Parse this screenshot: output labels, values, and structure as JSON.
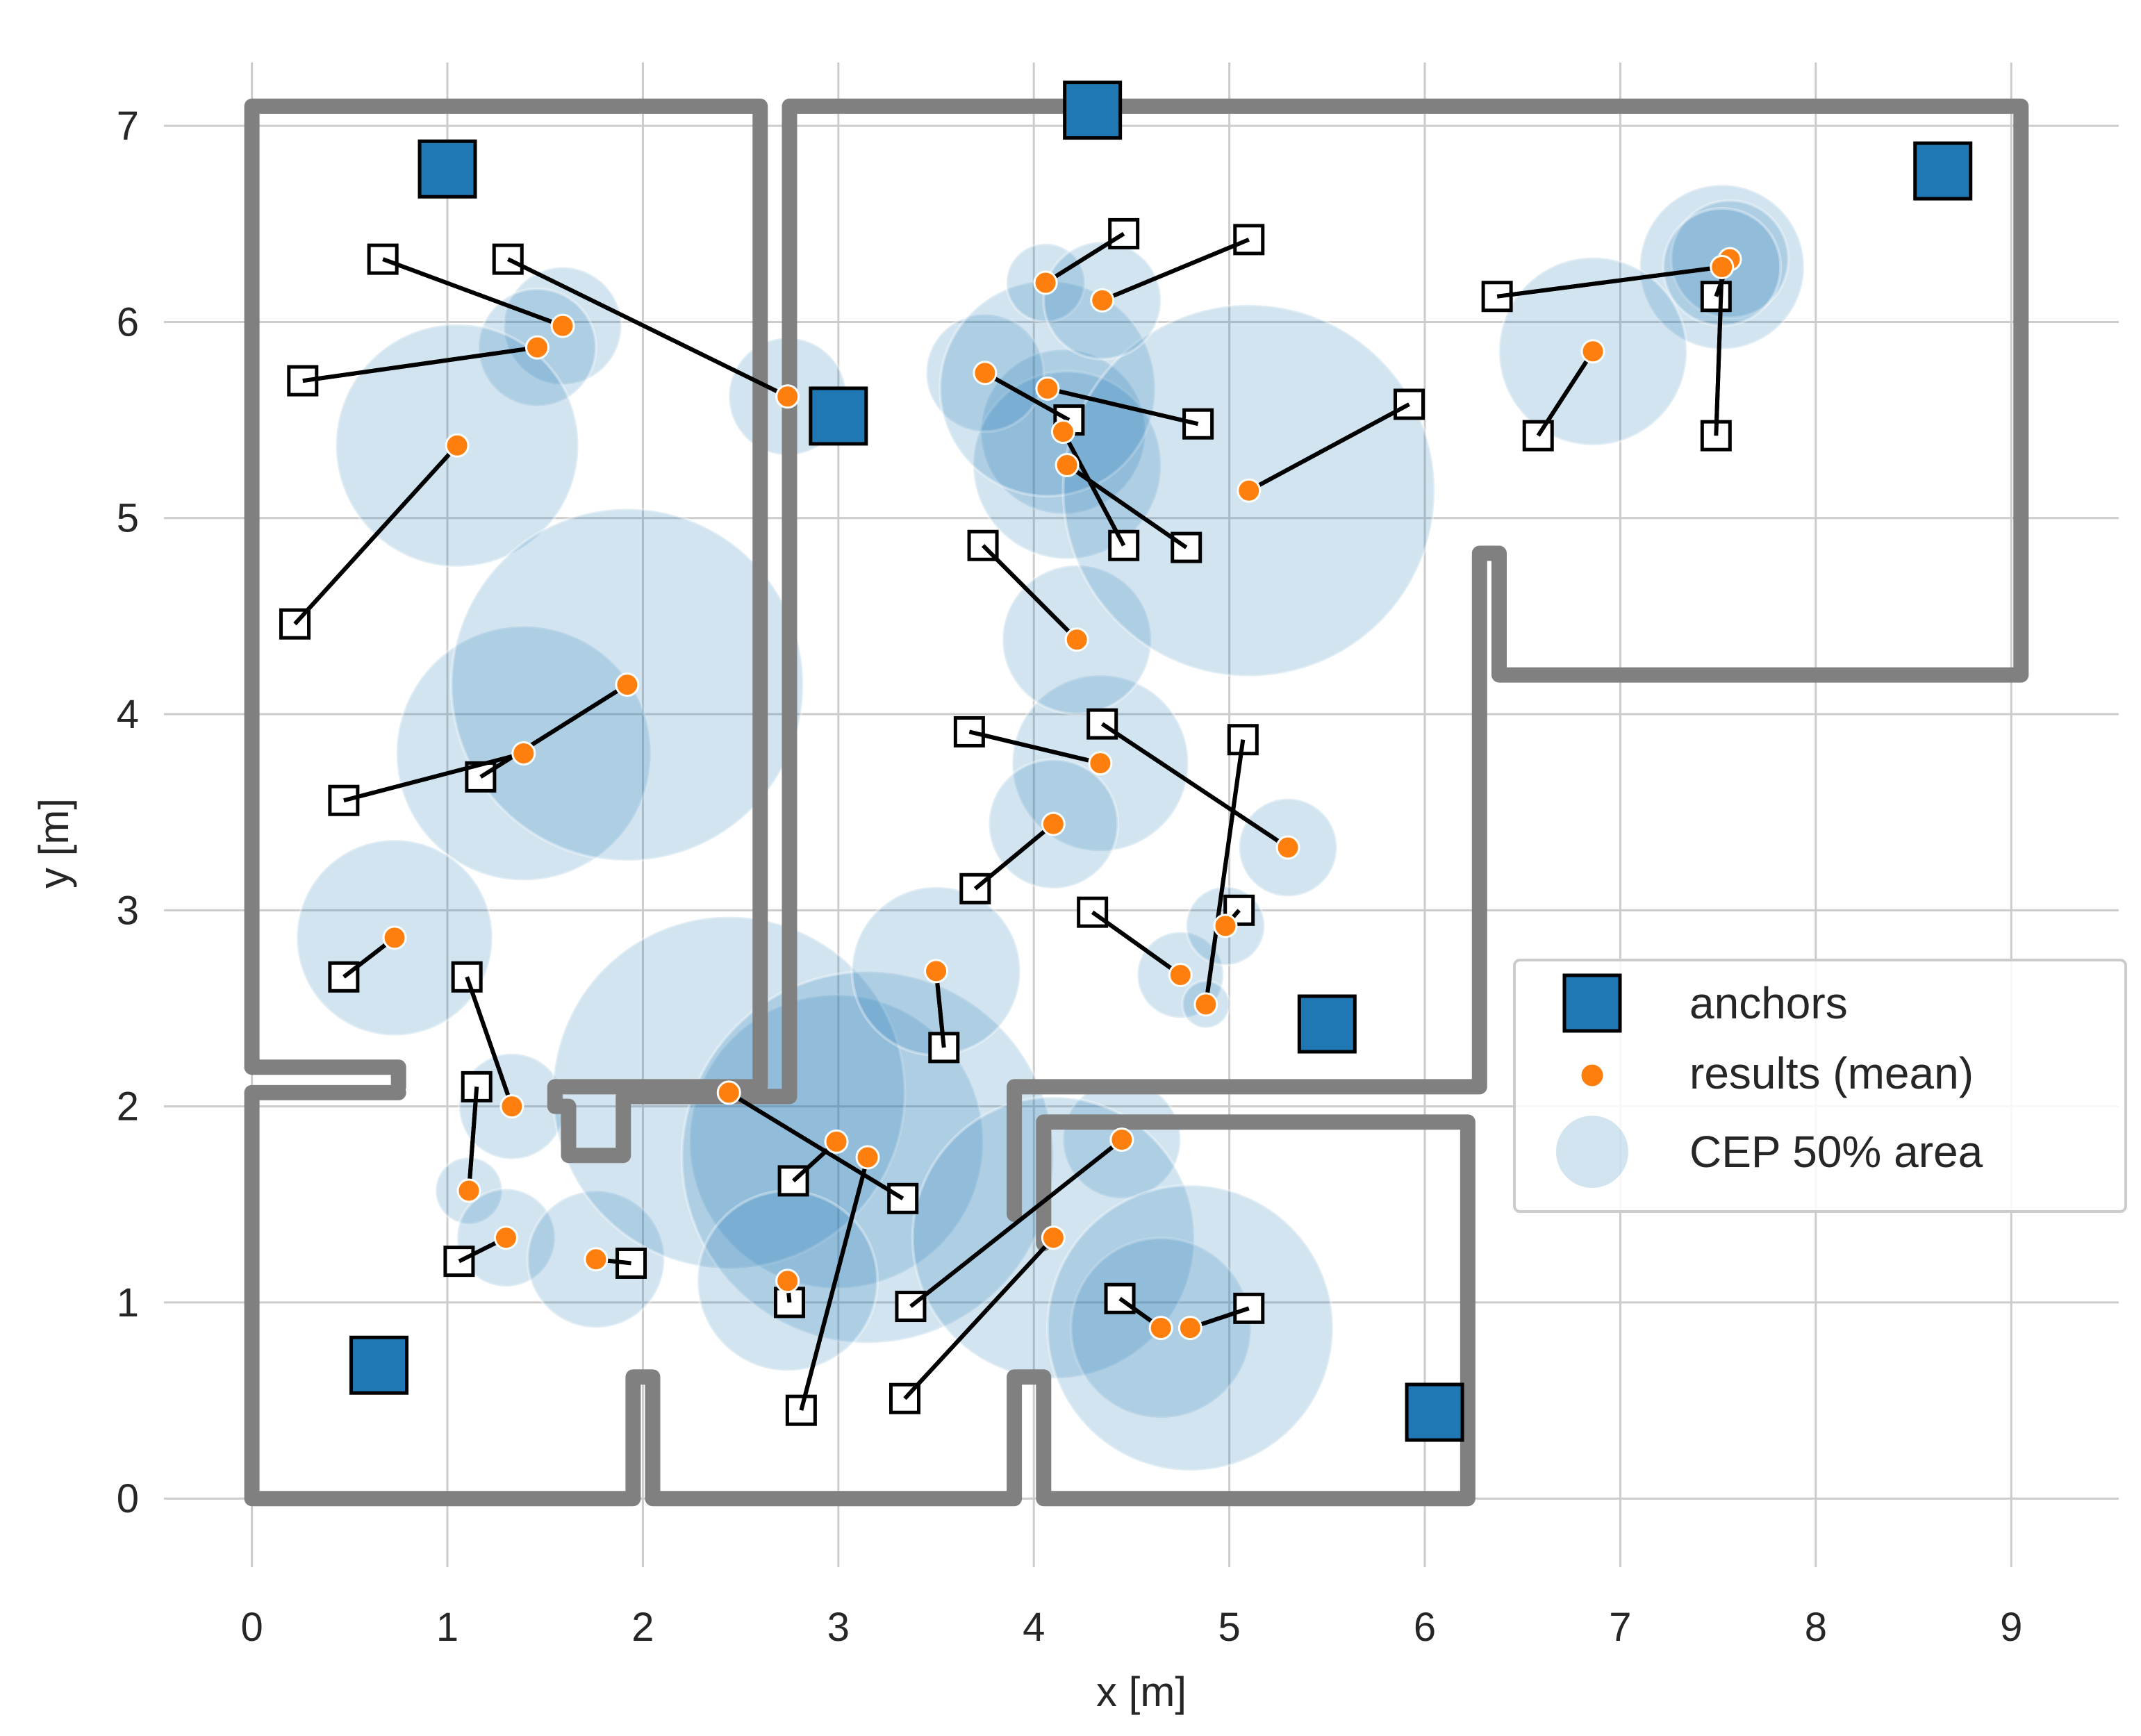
{
  "chart_data": {
    "type": "scatter",
    "xlabel": "x [m]",
    "ylabel": "y [m]",
    "xlim": [
      -0.45,
      9.55
    ],
    "ylim": [
      -0.35,
      7.5
    ],
    "x_ticks": [
      "0",
      "1",
      "2",
      "3",
      "4",
      "5",
      "6",
      "7",
      "8",
      "9"
    ],
    "y_ticks": [
      "0",
      "1",
      "2",
      "3",
      "4",
      "5",
      "6",
      "7"
    ],
    "grid": true,
    "legend_placement": "center-right",
    "legend": [
      {
        "key": "anchors",
        "label": "anchors",
        "marker": "square",
        "color": "#1f77b4"
      },
      {
        "key": "results",
        "label": "results (mean)",
        "marker": "circle",
        "color": "#ff7f0e"
      },
      {
        "key": "cep",
        "label": "CEP 50% area",
        "marker": "circle",
        "color": "#1f77b4"
      }
    ],
    "colors": {
      "anchor": "#1f77b4",
      "mean": "#ff7f0e",
      "cep": "#1f77b4",
      "wall": "#808080",
      "ground_truth": "#ffffff"
    },
    "walls": [
      [
        [
          0,
          2.2
        ],
        [
          0,
          7.1
        ],
        [
          2.6,
          7.1
        ],
        [
          2.6,
          2.1
        ],
        [
          1.55,
          2.1
        ],
        [
          1.55,
          2.0
        ],
        [
          1.62,
          2.0
        ],
        [
          1.62,
          1.75
        ],
        [
          1.9,
          1.75
        ],
        [
          1.9,
          2.05
        ],
        [
          2.75,
          2.05
        ],
        [
          2.75,
          7.1
        ],
        [
          9.05,
          7.1
        ],
        [
          9.05,
          4.2
        ],
        [
          6.38,
          4.2
        ],
        [
          6.38,
          4.82
        ],
        [
          6.28,
          4.82
        ],
        [
          6.28,
          2.1
        ],
        [
          3.9,
          2.1
        ],
        [
          3.9,
          1.45
        ]
      ],
      [
        [
          0,
          2.2
        ],
        [
          0.75,
          2.2
        ],
        [
          0.75,
          2.1
        ]
      ],
      [
        [
          0,
          2.07
        ],
        [
          0.75,
          2.07
        ]
      ],
      [
        [
          0,
          2.07
        ],
        [
          0,
          0
        ],
        [
          1.95,
          0
        ],
        [
          1.95,
          0.62
        ],
        [
          2.05,
          0.62
        ],
        [
          2.05,
          0
        ],
        [
          3.9,
          0
        ],
        [
          3.9,
          0.62
        ],
        [
          4.05,
          0.62
        ],
        [
          4.05,
          0
        ],
        [
          6.22,
          0
        ],
        [
          6.22,
          1.92
        ],
        [
          4.05,
          1.92
        ],
        [
          4.05,
          1.3
        ]
      ]
    ],
    "anchors": [
      {
        "x": 1.0,
        "y": 6.78
      },
      {
        "x": 4.3,
        "y": 7.08
      },
      {
        "x": 8.65,
        "y": 6.77
      },
      {
        "x": 3.0,
        "y": 5.52
      },
      {
        "x": 5.5,
        "y": 2.42
      },
      {
        "x": 0.65,
        "y": 0.68
      },
      {
        "x": 6.05,
        "y": 0.44
      }
    ],
    "measurements": [
      {
        "gt_x": 0.67,
        "gt_y": 6.32,
        "mean_x": 1.59,
        "mean_y": 5.98,
        "cep_r": 0.3
      },
      {
        "gt_x": 1.31,
        "gt_y": 6.32,
        "mean_x": 2.74,
        "mean_y": 5.62,
        "cep_r": 0.3
      },
      {
        "gt_x": 0.26,
        "gt_y": 5.7,
        "mean_x": 1.46,
        "mean_y": 5.87,
        "cep_r": 0.3
      },
      {
        "gt_x": 0.22,
        "gt_y": 4.46,
        "mean_x": 1.05,
        "mean_y": 5.37,
        "cep_r": 0.62
      },
      {
        "gt_x": 0.47,
        "gt_y": 3.56,
        "mean_x": 1.39,
        "mean_y": 3.8,
        "cep_r": 0.65
      },
      {
        "gt_x": 1.17,
        "gt_y": 3.68,
        "mean_x": 1.92,
        "mean_y": 4.15,
        "cep_r": 0.9
      },
      {
        "gt_x": 0.47,
        "gt_y": 2.66,
        "mean_x": 0.73,
        "mean_y": 2.86,
        "cep_r": 0.5
      },
      {
        "gt_x": 1.1,
        "gt_y": 2.66,
        "mean_x": 1.33,
        "mean_y": 2.0,
        "cep_r": 0.27
      },
      {
        "gt_x": 1.15,
        "gt_y": 2.1,
        "mean_x": 1.11,
        "mean_y": 1.57,
        "cep_r": 0.17
      },
      {
        "gt_x": 1.06,
        "gt_y": 1.21,
        "mean_x": 1.3,
        "mean_y": 1.33,
        "cep_r": 0.25
      },
      {
        "gt_x": 1.94,
        "gt_y": 1.2,
        "mean_x": 1.76,
        "mean_y": 1.22,
        "cep_r": 0.35
      },
      {
        "gt_x": 2.77,
        "gt_y": 1.62,
        "mean_x": 2.99,
        "mean_y": 1.82,
        "cep_r": 0.75
      },
      {
        "gt_x": 3.33,
        "gt_y": 1.53,
        "mean_x": 2.44,
        "mean_y": 2.07,
        "cep_r": 0.9
      },
      {
        "gt_x": 2.81,
        "gt_y": 0.45,
        "mean_x": 3.15,
        "mean_y": 1.74,
        "cep_r": 0.95
      },
      {
        "gt_x": 2.75,
        "gt_y": 1.0,
        "mean_x": 2.74,
        "mean_y": 1.11,
        "cep_r": 0.46
      },
      {
        "gt_x": 3.54,
        "gt_y": 2.3,
        "mean_x": 3.5,
        "mean_y": 2.69,
        "cep_r": 0.43
      },
      {
        "gt_x": 3.37,
        "gt_y": 0.98,
        "mean_x": 4.45,
        "mean_y": 1.83,
        "cep_r": 0.3
      },
      {
        "gt_x": 3.34,
        "gt_y": 0.51,
        "mean_x": 4.1,
        "mean_y": 1.33,
        "cep_r": 0.72
      },
      {
        "gt_x": 4.44,
        "gt_y": 1.02,
        "mean_x": 4.65,
        "mean_y": 0.87,
        "cep_r": 0.46
      },
      {
        "gt_x": 5.1,
        "gt_y": 0.97,
        "mean_x": 4.8,
        "mean_y": 0.87,
        "cep_r": 0.73
      },
      {
        "gt_x": 4.3,
        "gt_y": 2.99,
        "mean_x": 4.75,
        "mean_y": 2.67,
        "cep_r": 0.22
      },
      {
        "gt_x": 5.05,
        "gt_y": 3.0,
        "mean_x": 4.98,
        "mean_y": 2.92,
        "cep_r": 0.2
      },
      {
        "gt_x": 5.07,
        "gt_y": 3.87,
        "mean_x": 4.88,
        "mean_y": 2.52,
        "cep_r": 0.12
      },
      {
        "gt_x": 4.35,
        "gt_y": 3.95,
        "mean_x": 5.3,
        "mean_y": 3.32,
        "cep_r": 0.25
      },
      {
        "gt_x": 3.67,
        "gt_y": 3.91,
        "mean_x": 4.34,
        "mean_y": 3.75,
        "cep_r": 0.45
      },
      {
        "gt_x": 3.7,
        "gt_y": 3.11,
        "mean_x": 4.1,
        "mean_y": 3.44,
        "cep_r": 0.33
      },
      {
        "gt_x": 3.74,
        "gt_y": 4.86,
        "mean_x": 4.22,
        "mean_y": 4.38,
        "cep_r": 0.38
      },
      {
        "gt_x": 4.46,
        "gt_y": 4.86,
        "mean_x": 4.15,
        "mean_y": 5.44,
        "cep_r": 0.42
      },
      {
        "gt_x": 4.78,
        "gt_y": 4.85,
        "mean_x": 4.17,
        "mean_y": 5.27,
        "cep_r": 0.48
      },
      {
        "gt_x": 4.18,
        "gt_y": 5.5,
        "mean_x": 3.75,
        "mean_y": 5.74,
        "cep_r": 0.3
      },
      {
        "gt_x": 4.84,
        "gt_y": 5.48,
        "mean_x": 4.07,
        "mean_y": 5.66,
        "cep_r": 0.55
      },
      {
        "gt_x": 5.92,
        "gt_y": 5.58,
        "mean_x": 5.1,
        "mean_y": 5.14,
        "cep_r": 0.95
      },
      {
        "gt_x": 4.46,
        "gt_y": 6.45,
        "mean_x": 4.06,
        "mean_y": 6.2,
        "cep_r": 0.2
      },
      {
        "gt_x": 5.1,
        "gt_y": 6.42,
        "mean_x": 4.35,
        "mean_y": 6.11,
        "cep_r": 0.3
      },
      {
        "gt_x": 6.37,
        "gt_y": 6.13,
        "mean_x": 7.52,
        "mean_y": 6.28,
        "cep_r": 0.42
      },
      {
        "gt_x": 6.58,
        "gt_y": 5.42,
        "mean_x": 6.86,
        "mean_y": 5.85,
        "cep_r": 0.48
      },
      {
        "gt_x": 7.49,
        "gt_y": 6.13,
        "mean_x": 7.56,
        "mean_y": 6.32,
        "cep_r": 0.3
      },
      {
        "gt_x": 7.49,
        "gt_y": 5.42,
        "mean_x": 7.52,
        "mean_y": 6.28,
        "cep_r": 0.3
      }
    ]
  }
}
